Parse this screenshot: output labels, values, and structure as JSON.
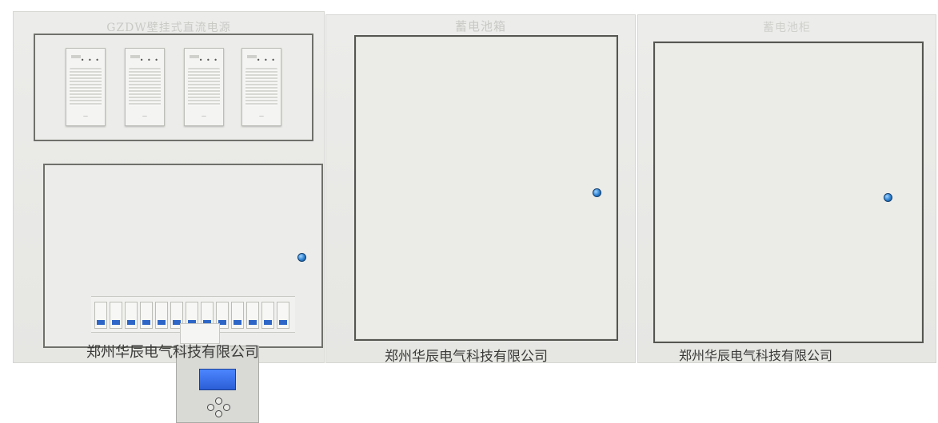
{
  "cabinets": [
    {
      "title": "GZDW壁挂式直流电源",
      "footer": "郑州华辰电气科技有限公司"
    },
    {
      "title": "蓄电池箱",
      "footer": "郑州华辰电气科技有限公司"
    },
    {
      "title": "蓄电池柜",
      "footer": "郑州华辰电气科技有限公司"
    }
  ],
  "rectifier_modules": {
    "count": 4
  },
  "monitor": {
    "screen_color": "#2b5ed6"
  },
  "breakers": {
    "count": 13
  },
  "lock_color": "#2b7fd0"
}
